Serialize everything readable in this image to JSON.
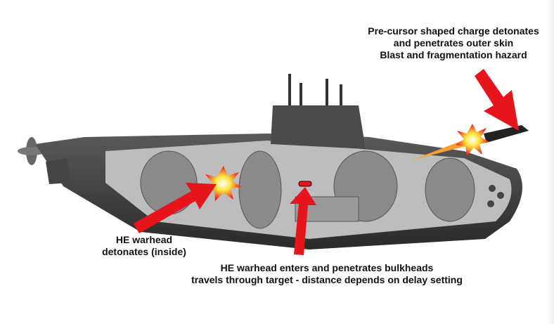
{
  "annotations": {
    "precursor": [
      "Pre-cursor shaped charge detonates",
      "and penetrates outer skin",
      "Blast and fragmentation hazard"
    ],
    "inside": [
      "HE warhead",
      "detonates (inside)"
    ],
    "penetrate": [
      "HE warhead enters and penetrates bulkheads",
      "travels through target - distance depends on delay setting"
    ]
  },
  "colors": {
    "arrow": "#e8141c",
    "hull": "#3c3c3c",
    "interior": "#b8b8b8",
    "explosion": "#ffdd22"
  }
}
